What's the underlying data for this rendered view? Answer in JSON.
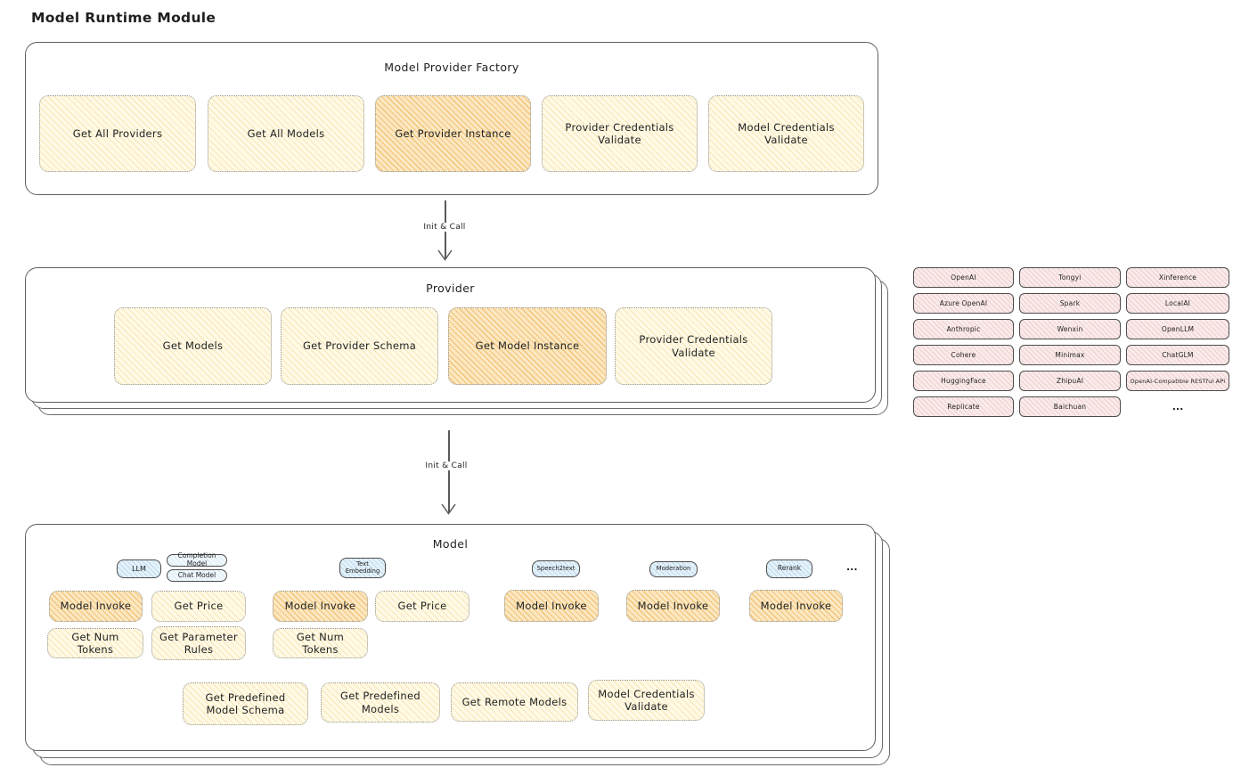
{
  "page_title": "Model Runtime Module",
  "arrows": {
    "init_call_1": "Init & Call",
    "init_call_2": "Init & Call"
  },
  "factory": {
    "title": "Model Provider Factory",
    "buttons": [
      {
        "label": "Get All Providers",
        "highlighted": false
      },
      {
        "label": "Get All Models",
        "highlighted": false
      },
      {
        "label": "Get Provider Instance",
        "highlighted": true
      },
      {
        "label": "Provider Credentials Validate",
        "highlighted": false
      },
      {
        "label": "Model Credentials Validate",
        "highlighted": false
      }
    ]
  },
  "provider": {
    "title": "Provider",
    "buttons": [
      {
        "label": "Get Models",
        "highlighted": false
      },
      {
        "label": "Get Provider Schema",
        "highlighted": false
      },
      {
        "label": "Get Model Instance",
        "highlighted": true
      },
      {
        "label": "Provider Credentials Validate",
        "highlighted": false
      }
    ]
  },
  "provider_list": {
    "chips": [
      "OpenAI",
      "Tongyi",
      "Xinference",
      "Azure OpenAI",
      "Spark",
      "LocalAI",
      "Anthropic",
      "Wenxin",
      "OpenLLM",
      "Cohere",
      "Minimax",
      "ChatGLM",
      "HuggingFace",
      "ZhipuAI",
      "OpenAI-Compatible RESTful API",
      "Replicate",
      "Baichuan"
    ],
    "more": "..."
  },
  "model": {
    "title": "Model",
    "tabs": {
      "llm": "LLM",
      "completion": "Completion Model",
      "chat": "Chat Model",
      "text_embedding": "Text Embedding",
      "speech2text": "Speech2text",
      "moderation": "Moderation",
      "rerank": "Rerank",
      "more": "..."
    },
    "llm": {
      "invoke": "Model Invoke",
      "get_price": "Get Price",
      "get_num_tokens": "Get Num Tokens",
      "get_parameter_rules": "Get Parameter Rules"
    },
    "text_embedding": {
      "invoke": "Model Invoke",
      "get_price": "Get Price",
      "get_num_tokens": "Get Num Tokens"
    },
    "speech2text": {
      "invoke": "Model Invoke"
    },
    "moderation": {
      "invoke": "Model Invoke"
    },
    "rerank": {
      "invoke": "Model Invoke"
    },
    "common_buttons": [
      "Get Predefined Model Schema",
      "Get Predefined Models",
      "Get Remote Models",
      "Model Credentials Validate"
    ]
  },
  "colors": {
    "button_fill": "#FFFAE5",
    "button_highlight_fill": "#FBE8C2",
    "provider_chip_fill": "#FAEBEB",
    "tab_fill": "#E4F2FA",
    "box_border": "#5F5F5F"
  }
}
